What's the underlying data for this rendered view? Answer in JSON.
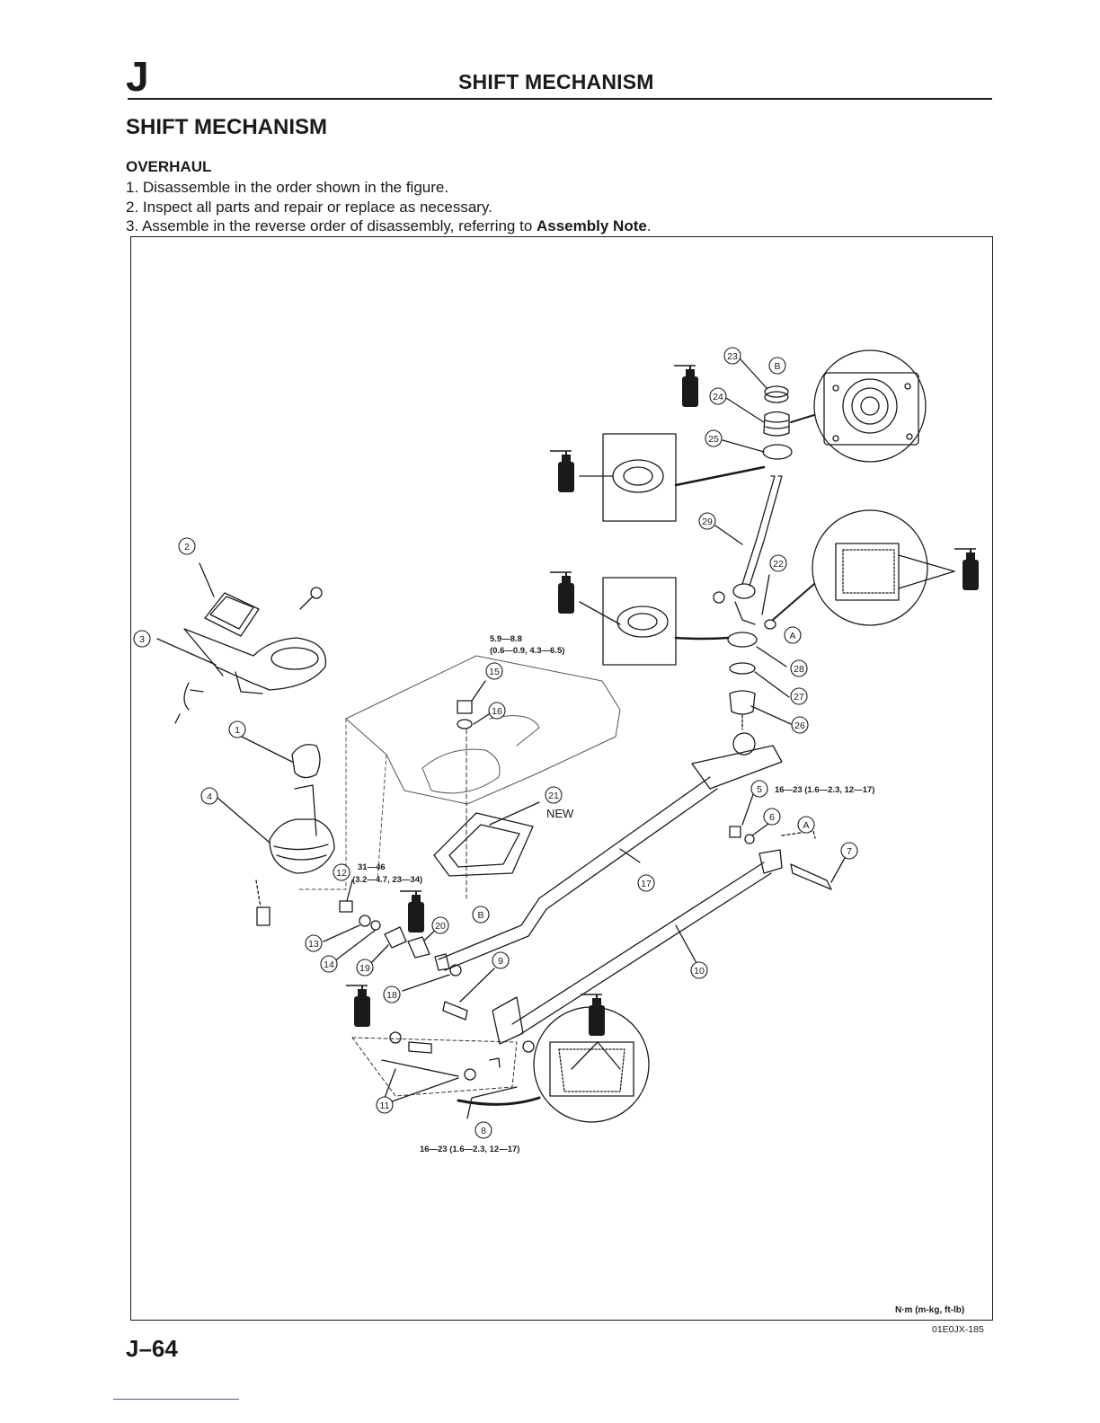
{
  "header": {
    "section_letter": "J",
    "title": "SHIFT MECHANISM"
  },
  "section_title": "SHIFT MECHANISM",
  "subsection_title": "OVERHAUL",
  "steps": [
    {
      "text": "1. Disassemble in the order shown in the figure."
    },
    {
      "text": "2. Inspect all parts and repair or replace as necessary."
    },
    {
      "text_before": "3. Assemble in the reverse order of disassembly, referring to ",
      "bold": "Assembly Note",
      "text_after": "."
    }
  ],
  "figure": {
    "callouts": [
      "1",
      "2",
      "3",
      "4",
      "5",
      "6",
      "7",
      "8",
      "9",
      "10",
      "11",
      "12",
      "13",
      "14",
      "15",
      "16",
      "17",
      "18",
      "19",
      "20",
      "21",
      "22",
      "23",
      "24",
      "25",
      "26",
      "27",
      "28",
      "29"
    ],
    "letters": [
      "A",
      "B"
    ],
    "new_label": "NEW",
    "grease_label": "GREASE",
    "torques": {
      "t15_line1": "5.9—8.8",
      "t15_line2": "(0.6—0.9, 4.3—6.5)",
      "t12_line1": "31—46",
      "t12_line2": "(3.2—4.7, 23—34)",
      "t5": "16—23 (1.6—2.3, 12—17)",
      "t8": "16—23 (1.6—2.3, 12—17)"
    },
    "units": "N·m (m-kg, ft-lb)",
    "code": "01E0JX-185"
  },
  "footer": {
    "page_number": "J–64"
  }
}
